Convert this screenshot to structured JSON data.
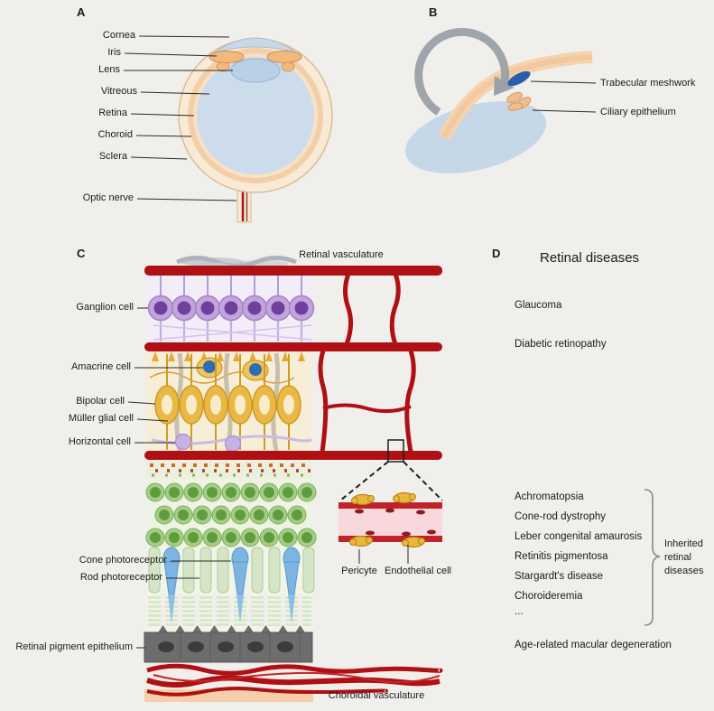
{
  "figure": {
    "background_color": "#f1efec",
    "vessel_red": "#ae1014",
    "ganglion_purple": "#6e3f9d",
    "bipolar_yellow": "#eab945",
    "photoreceptor_green": "#5f9c3e",
    "cone_blue": "#7cb5e2"
  },
  "panel_a": {
    "label": "A",
    "annotations": [
      "Cornea",
      "Iris",
      "Lens",
      "Vitreous",
      "Retina",
      "Choroid",
      "Sclera",
      "Optic nerve"
    ]
  },
  "panel_b": {
    "label": "B",
    "annotations": [
      "Trabecular meshwork",
      "Ciliary epithelium"
    ]
  },
  "panel_c": {
    "label": "C",
    "vasculature_top": "Retinal vasculature",
    "vasculature_bottom": "Choroidal vasculature",
    "cells": [
      "Ganglion cell",
      "Amacrine cell",
      "Bipolar cell",
      "Müller glial cell",
      "Horizontal cell",
      "Cone photoreceptor",
      "Rod photoreceptor",
      "Retinal pigment epithelium"
    ],
    "inset": [
      "Pericyte",
      "Endothelial cell"
    ]
  },
  "panel_d": {
    "label": "D",
    "title": "Retinal diseases",
    "diseases": [
      "Glaucoma",
      "Diabetic retinopathy"
    ],
    "inherited_list": [
      "Achromatopsia",
      "Cone-rod dystrophy",
      "Leber congenital amaurosis",
      "Retinitis pigmentosa",
      "Stargardt's disease",
      "Choroideremia",
      "..."
    ],
    "bracket_label_lines": [
      "Inherited",
      "retinal",
      "diseases"
    ],
    "final_disease": "Age-related macular degeneration"
  }
}
